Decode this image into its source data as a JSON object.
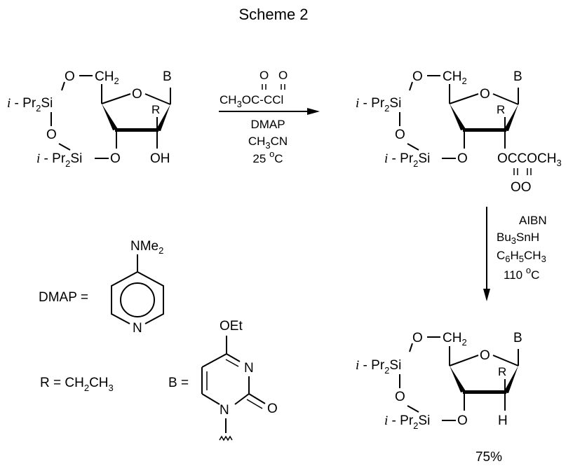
{
  "title": "Scheme 2",
  "starting_material": {
    "silyl_top": "i-Pr",
    "silyl_sub": "2",
    "silyl_si": "Si",
    "o_link": "O",
    "ch2": "CH",
    "ch2_sub": "2",
    "ring_o": "O",
    "base": "B",
    "r_group": "R",
    "oh": "OH",
    "o3": "O"
  },
  "step1": {
    "reagent_main": "CH",
    "reagent_sub": "3",
    "reagent_rest": "OC-CCl",
    "reagent_o1": "O",
    "reagent_o2": "O",
    "catalyst": "DMAP",
    "solvent_main": "CH",
    "solvent_sub": "3",
    "solvent_rest": "CN",
    "temp_value": "25",
    "temp_deg": "o",
    "temp_unit": "C"
  },
  "intermediate": {
    "ester_label": "OCCOCH",
    "ester_sub": "3",
    "ester_carbonyls": "OO"
  },
  "step2": {
    "initiator": "AIBN",
    "hydride_pre": "Bu",
    "hydride_sub": "3",
    "hydride_post": "SnH",
    "solvent_c": "C",
    "solvent_s1": "6",
    "solvent_h": "H",
    "solvent_s2": "5",
    "solvent_ch": "CH",
    "solvent_s3": "3",
    "temp_value": "110",
    "temp_deg": "o",
    "temp_unit": "C"
  },
  "product": {
    "h_label": "H",
    "yield": "75%"
  },
  "legend": {
    "dmap_label": "DMAP =",
    "dmap_substituent": "NMe",
    "dmap_sub": "2",
    "dmap_n": "N",
    "r_def_pre": "R = CH",
    "r_def_sub1": "2",
    "r_def_mid": "CH",
    "r_def_sub2": "3",
    "b_label": "B =",
    "b_oet": "OEt",
    "b_n3": "N",
    "b_n1": "N",
    "b_o": "O"
  }
}
